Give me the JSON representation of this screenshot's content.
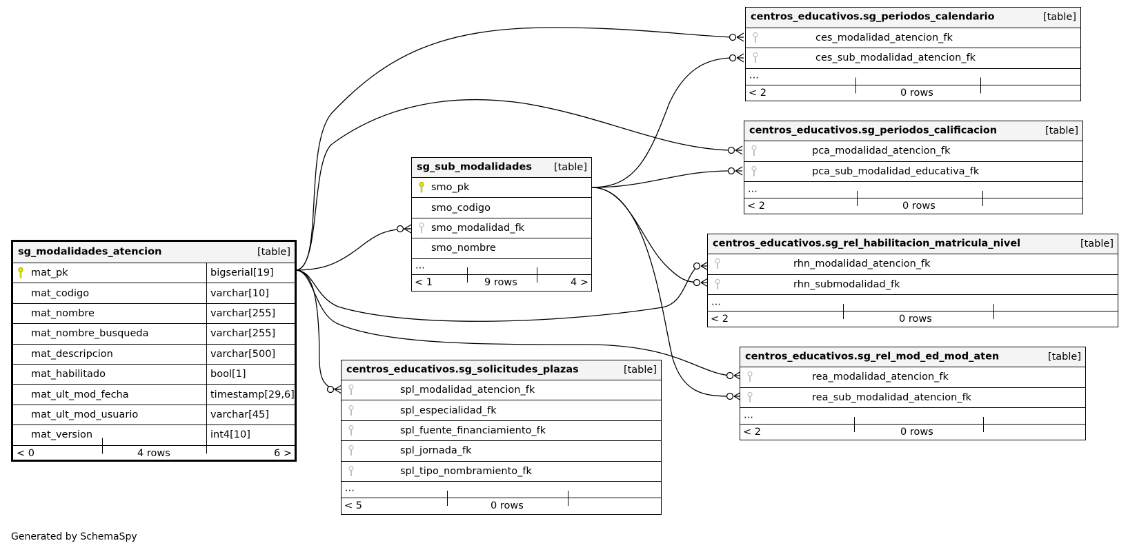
{
  "main_table": {
    "name": "sg_modalidades_atencion",
    "type_label": "[table]",
    "columns": [
      {
        "name": "mat_pk",
        "type": "bigserial[19]",
        "key": "primary"
      },
      {
        "name": "mat_codigo",
        "type": "varchar[10]"
      },
      {
        "name": "mat_nombre",
        "type": "varchar[255]"
      },
      {
        "name": "mat_nombre_busqueda",
        "type": "varchar[255]"
      },
      {
        "name": "mat_descripcion",
        "type": "varchar[500]"
      },
      {
        "name": "mat_habilitado",
        "type": "bool[1]"
      },
      {
        "name": "mat_ult_mod_fecha",
        "type": "timestamp[29,6]"
      },
      {
        "name": "mat_ult_mod_usuario",
        "type": "varchar[45]"
      },
      {
        "name": "mat_version",
        "type": "int4[10]"
      }
    ],
    "footer": {
      "parents": "< 0",
      "rows": "4 rows",
      "children": "6 >"
    }
  },
  "sub_modalidades": {
    "name": "sg_sub_modalidades",
    "type_label": "[table]",
    "columns": [
      {
        "name": "smo_pk",
        "key": "primary"
      },
      {
        "name": "smo_codigo"
      },
      {
        "name": "smo_modalidad_fk",
        "key": "foreign"
      },
      {
        "name": "smo_nombre"
      }
    ],
    "ellipsis": "...",
    "footer": {
      "parents": "< 1",
      "rows": "9 rows",
      "children": "4 >"
    }
  },
  "periodos_calendario": {
    "name": "centros_educativos.sg_periodos_calendario",
    "type_label": "[table]",
    "columns": [
      {
        "name": "ces_modalidad_atencion_fk",
        "key": "foreign"
      },
      {
        "name": "ces_sub_modalidad_atencion_fk",
        "key": "foreign"
      }
    ],
    "ellipsis": "...",
    "footer": {
      "parents": "< 2",
      "rows": "0 rows",
      "children": ""
    }
  },
  "periodos_calificacion": {
    "name": "centros_educativos.sg_periodos_calificacion",
    "type_label": "[table]",
    "columns": [
      {
        "name": "pca_modalidad_atencion_fk",
        "key": "foreign"
      },
      {
        "name": "pca_sub_modalidad_educativa_fk",
        "key": "foreign"
      }
    ],
    "ellipsis": "...",
    "footer": {
      "parents": "< 2",
      "rows": "0 rows",
      "children": ""
    }
  },
  "rel_habilitacion": {
    "name": "centros_educativos.sg_rel_habilitacion_matricula_nivel",
    "type_label": "[table]",
    "columns": [
      {
        "name": "rhn_modalidad_atencion_fk",
        "key": "foreign"
      },
      {
        "name": "rhn_submodalidad_fk",
        "key": "foreign"
      }
    ],
    "ellipsis": "...",
    "footer": {
      "parents": "< 2",
      "rows": "0 rows",
      "children": ""
    }
  },
  "rel_mod_ed": {
    "name": "centros_educativos.sg_rel_mod_ed_mod_aten",
    "type_label": "[table]",
    "columns": [
      {
        "name": "rea_modalidad_atencion_fk",
        "key": "foreign"
      },
      {
        "name": "rea_sub_modalidad_atencion_fk",
        "key": "foreign"
      }
    ],
    "ellipsis": "...",
    "footer": {
      "parents": "< 2",
      "rows": "0 rows",
      "children": ""
    }
  },
  "solicitudes": {
    "name": "centros_educativos.sg_solicitudes_plazas",
    "type_label": "[table]",
    "columns": [
      {
        "name": "spl_modalidad_atencion_fk",
        "key": "foreign"
      },
      {
        "name": "spl_especialidad_fk",
        "key": "foreign"
      },
      {
        "name": "spl_fuente_financiamiento_fk",
        "key": "foreign"
      },
      {
        "name": "spl_jornada_fk",
        "key": "foreign"
      },
      {
        "name": "spl_tipo_nombramiento_fk",
        "key": "foreign"
      }
    ],
    "ellipsis": "...",
    "footer": {
      "parents": "< 5",
      "rows": "0 rows",
      "children": ""
    }
  },
  "credit": "Generated by SchemaSpy",
  "colors": {
    "primary_key": "#e6e600",
    "foreign_key": "#b0b0b0",
    "header_bg": "#f4f4f4"
  }
}
